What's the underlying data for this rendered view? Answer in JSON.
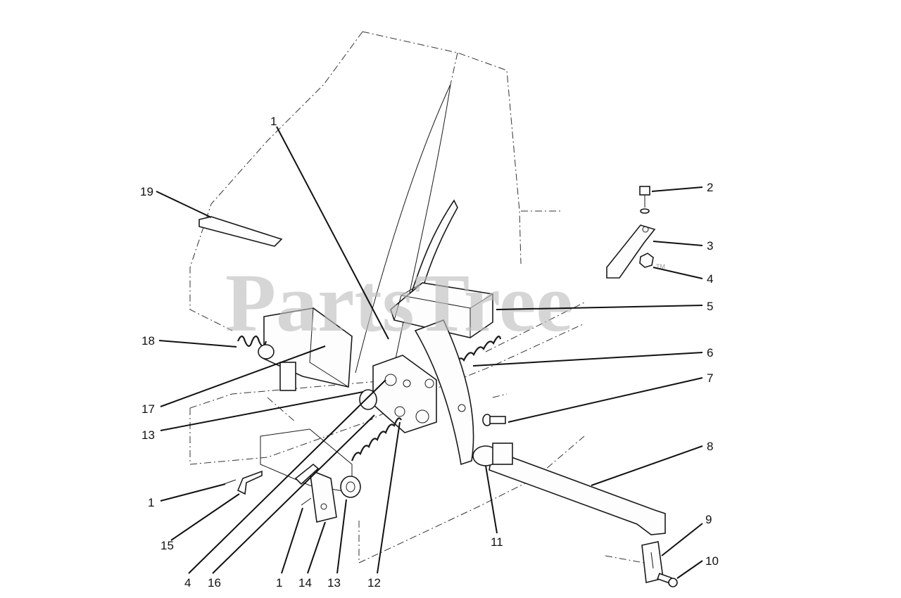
{
  "watermark": {
    "text": "PartsTree",
    "tm": "TM"
  },
  "callouts": [
    {
      "id": "c1a",
      "text": "1"
    },
    {
      "id": "c2",
      "text": "2"
    },
    {
      "id": "c3",
      "text": "3"
    },
    {
      "id": "c4a",
      "text": "4"
    },
    {
      "id": "c5",
      "text": "5"
    },
    {
      "id": "c6",
      "text": "6"
    },
    {
      "id": "c7",
      "text": "7"
    },
    {
      "id": "c8",
      "text": "8"
    },
    {
      "id": "c9",
      "text": "9"
    },
    {
      "id": "c10",
      "text": "10"
    },
    {
      "id": "c11",
      "text": "11"
    },
    {
      "id": "c12",
      "text": "12"
    },
    {
      "id": "c13a",
      "text": "13"
    },
    {
      "id": "c13b",
      "text": "13"
    },
    {
      "id": "c14",
      "text": "14"
    },
    {
      "id": "c1b",
      "text": "1"
    },
    {
      "id": "c16",
      "text": "16"
    },
    {
      "id": "c4b",
      "text": "4"
    },
    {
      "id": "c15",
      "text": "15"
    },
    {
      "id": "c1c",
      "text": "1"
    },
    {
      "id": "c17",
      "text": "17"
    },
    {
      "id": "c18",
      "text": "18"
    },
    {
      "id": "c19",
      "text": "19"
    }
  ]
}
